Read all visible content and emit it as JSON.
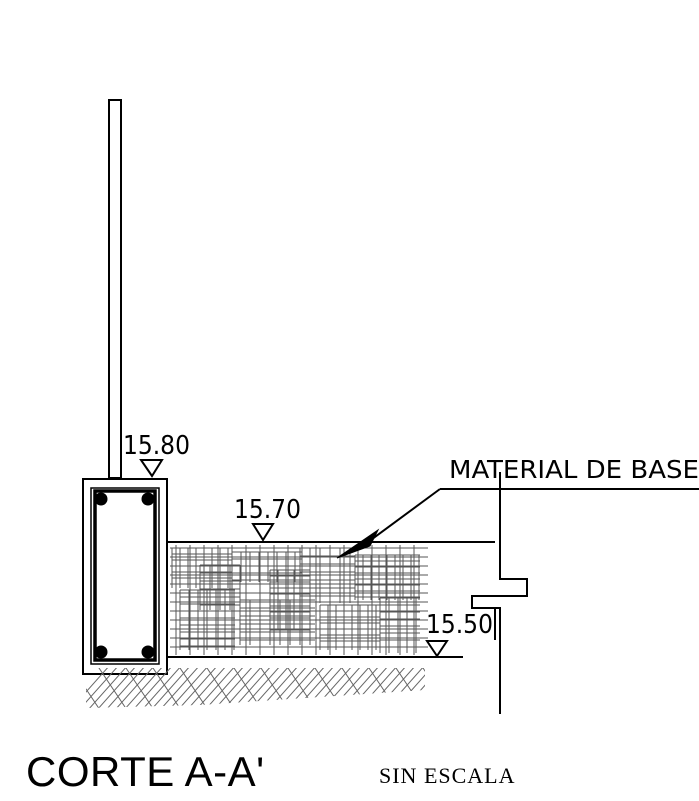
{
  "drawing": {
    "levels": {
      "top_of_wall": "15.80",
      "base_top": "15.70",
      "base_bottom": "15.50"
    },
    "material_label": "MATERIAL DE BASE"
  },
  "footer": {
    "title": "CORTE A-A'",
    "scale_note": "SIN ESCALA"
  }
}
